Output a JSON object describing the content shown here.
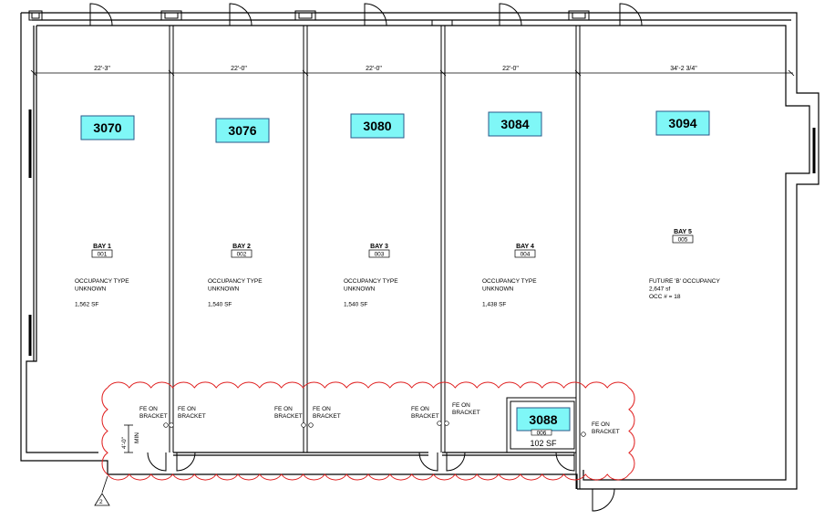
{
  "dimensions": [
    "22'-3\"",
    "22'-0\"",
    "22'-0\"",
    "22'-0\"",
    "34'-2 3/4\""
  ],
  "bays": [
    {
      "tag": "3070",
      "name": "BAY 1",
      "number": "001",
      "info": [
        "OCCUPANCY TYPE",
        "UNKNOWN",
        "",
        "1,562 SF"
      ]
    },
    {
      "tag": "3076",
      "name": "BAY 2",
      "number": "002",
      "info": [
        "OCCUPANCY TYPE",
        "UNKNOWN",
        "",
        "1,540 SF"
      ]
    },
    {
      "tag": "3080",
      "name": "BAY 3",
      "number": "003",
      "info": [
        "OCCUPANCY TYPE",
        "UNKNOWN",
        "",
        "1,540 SF"
      ]
    },
    {
      "tag": "3084",
      "name": "BAY 4",
      "number": "004",
      "info": [
        "OCCUPANCY TYPE",
        "UNKNOWN",
        "",
        "1,438 SF"
      ]
    },
    {
      "tag": "3094",
      "name": "BAY 5",
      "number": "005",
      "info": [
        "FUTURE 'B' OCCUPANCY",
        "2,647 sf",
        "OCC # = 18"
      ]
    }
  ],
  "small_room": {
    "tag": "3088",
    "number": "006",
    "area": "102 SF"
  },
  "fe_label": [
    "FE ON",
    "BRACKET"
  ],
  "clearance": {
    "value": "4'-0\"",
    "note": "MIN"
  },
  "revision": "2",
  "colors": {
    "tag_fill": "#7ff7f7",
    "tag_stroke": "#2a5a8a",
    "cloud": "#e02020",
    "wall": "#000000"
  }
}
